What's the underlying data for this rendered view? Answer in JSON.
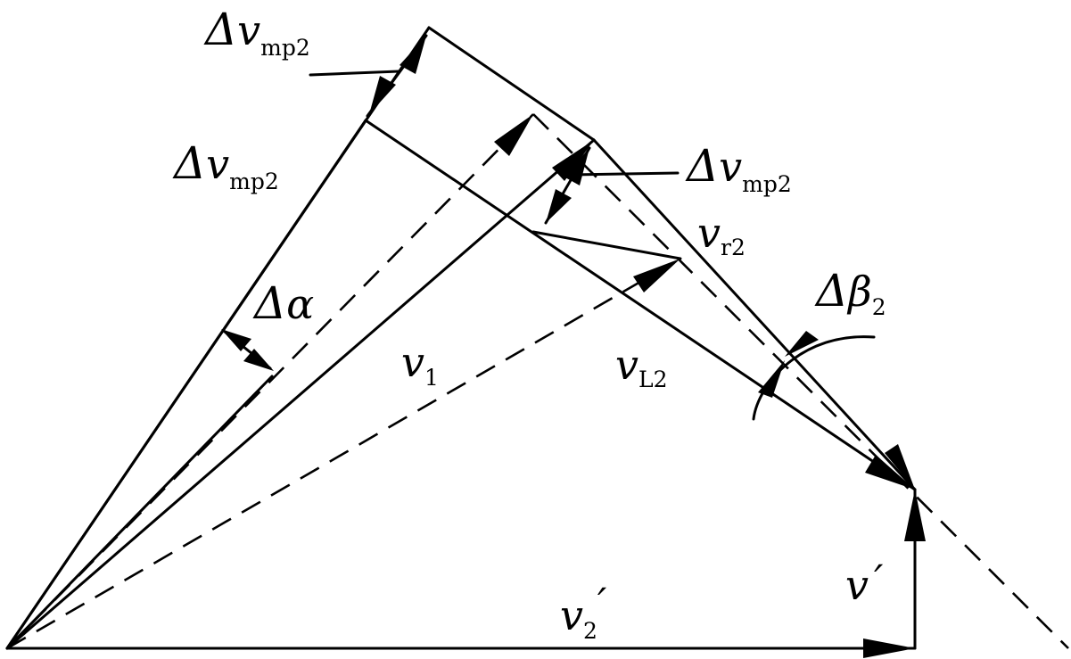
{
  "labels": {
    "dv_mp2_top": {
      "main": "Δ",
      "var": "v",
      "sub": "mp2"
    },
    "dv_mp2_left": {
      "main": "Δ",
      "var": "v",
      "sub": "mp2"
    },
    "dv_mp2_right": {
      "main": "Δ",
      "var": "v",
      "sub": "mp2"
    },
    "v_r2": {
      "var": "v",
      "sub": "r2"
    },
    "d_alpha": {
      "main": "Δ",
      "var": "α"
    },
    "d_beta2": {
      "main": "Δ",
      "var": "β",
      "sub": "2"
    },
    "v_1": {
      "var": "v",
      "sub": "1"
    },
    "v_L2": {
      "var": "v",
      "sub": "L2"
    },
    "v_prime": {
      "var": "v",
      "prime": "′"
    },
    "v_2_prime": {
      "var": "v",
      "sub": "2",
      "prime": "′"
    }
  }
}
